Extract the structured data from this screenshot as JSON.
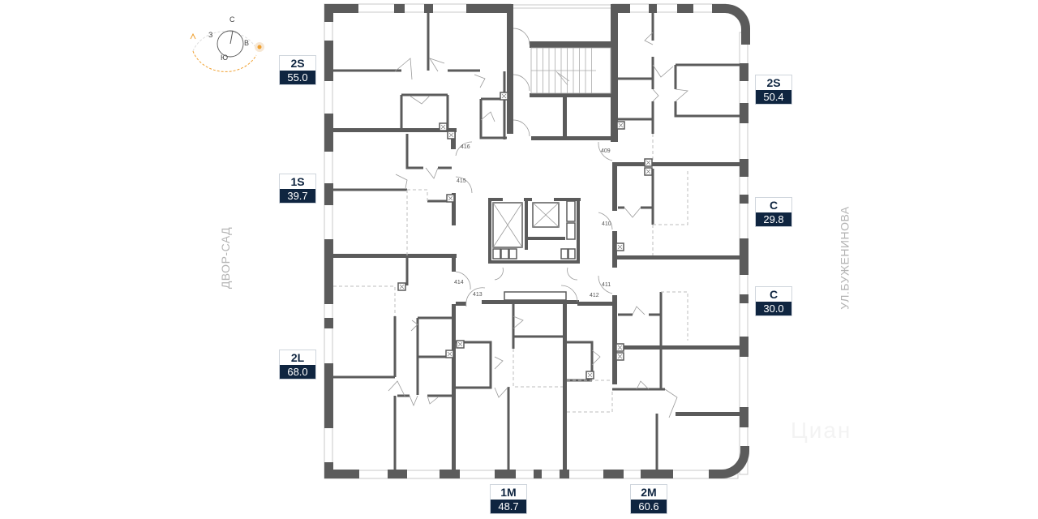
{
  "compass": {
    "north": "С",
    "south": "Ю",
    "east": "В",
    "west": "З",
    "sun_color": "#f0a030"
  },
  "streets": {
    "left": "ДВОР-САД",
    "right": "УЛ.БУЖЕНИНОВА"
  },
  "units": [
    {
      "type": "2S",
      "area": "55.0"
    },
    {
      "type": "1S",
      "area": "39.7"
    },
    {
      "type": "2L",
      "area": "68.0"
    },
    {
      "type": "2S",
      "area": "50.4"
    },
    {
      "type": "C",
      "area": "29.8"
    },
    {
      "type": "C",
      "area": "30.0"
    },
    {
      "type": "1M",
      "area": "48.7"
    },
    {
      "type": "2M",
      "area": "60.6"
    }
  ],
  "apartment_numbers": {
    "n409": "409",
    "n410": "410",
    "n411": "411",
    "n412": "412",
    "n413": "413",
    "n414": "414",
    "n415": "415",
    "n416": "416"
  },
  "colors": {
    "wall": "#5b5b5b",
    "label_dark": "#0f2540"
  },
  "watermark": "Циан"
}
